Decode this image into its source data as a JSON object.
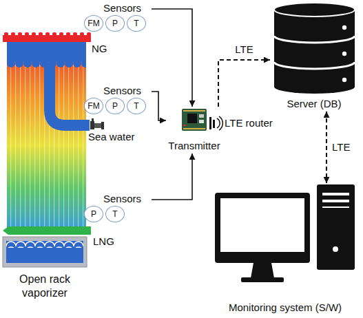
{
  "diagram": {
    "nodes": [
      {
        "text": [
          "Sensors"
        ]
      },
      {
        "text": [
          "FM"
        ],
        "in": 0
      },
      {
        "text": [
          "P"
        ],
        "in": 0
      },
      {
        "text": [
          "T"
        ],
        "in": 0
      },
      {
        "text": [
          "Sensors"
        ]
      },
      {
        "text": [
          "FM"
        ],
        "in": 4
      },
      {
        "text": [
          "P"
        ],
        "in": 4
      },
      {
        "text": [
          "T"
        ],
        "in": 4
      },
      {
        "text": [
          "Sensors"
        ]
      },
      {
        "text": [
          "P"
        ],
        "in": 8
      },
      {
        "text": [
          "T"
        ],
        "in": 8
      },
      {
        "text": [
          "Transmitter"
        ]
      },
      {
        "text": [
          "Server (DB)"
        ]
      },
      {
        "text": [
          "Monitoring system (S/W)"
        ]
      }
    ],
    "edges": [
      {
        "from": 0,
        "to": 11,
        "arrow": "to"
      },
      {
        "from": 4,
        "to": 11,
        "arrow": "to"
      },
      {
        "from": 8,
        "to": 11,
        "arrow": "to"
      },
      {
        "from": 11,
        "to": 12,
        "label": "LTE",
        "arrow": "to"
      },
      {
        "from": 12,
        "to": 13,
        "label": "LTE",
        "arrow": "both"
      }
    ],
    "labels": [
      "NG",
      "Sea water",
      "LNG",
      "Open rack vaporizer",
      "LTE router"
    ]
  }
}
